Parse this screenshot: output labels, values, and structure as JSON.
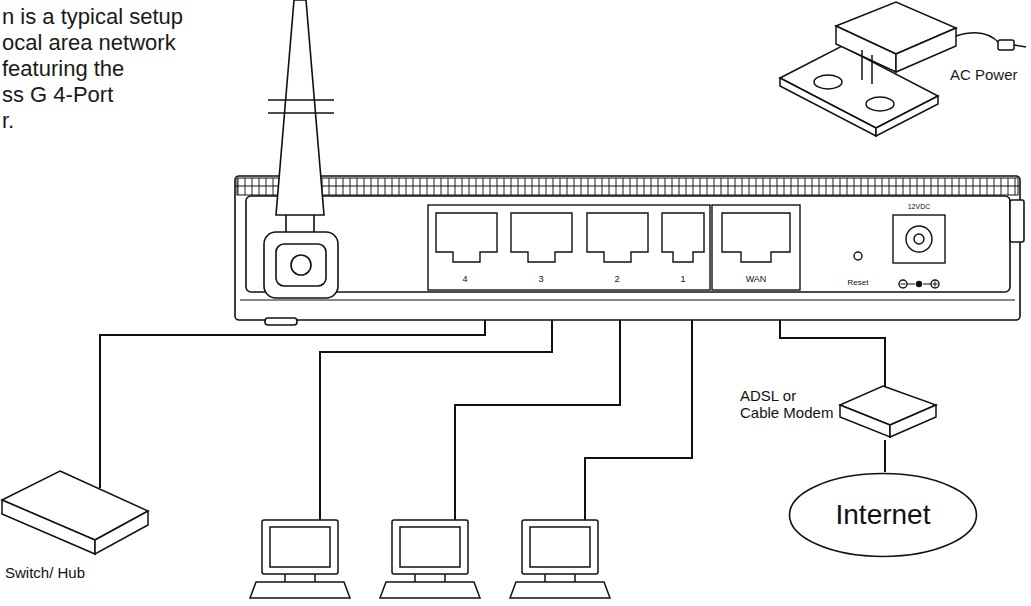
{
  "diagram": {
    "nodes": [
      {
        "text": [
          "4",
          "3",
          "2",
          "1",
          "WAN",
          "Reset",
          "12VDC"
        ]
      },
      {
        "text": [
          "Switch/ Hub"
        ]
      },
      {
        "text": [
          "ADSL or Cable Modem"
        ]
      },
      {
        "text": [
          "Internet"
        ]
      }
    ],
    "edges": [
      {
        "from": 0,
        "to": 1,
        "arrow": "none"
      },
      {
        "from": 0,
        "to": 2,
        "arrow": "none"
      },
      {
        "from": 2,
        "to": 3,
        "arrow": "none"
      }
    ],
    "labels": [
      "n is a typical setup",
      "ocal area network",
      "featuring the",
      "ss G 4-Port",
      "r.",
      "AC Power"
    ]
  }
}
